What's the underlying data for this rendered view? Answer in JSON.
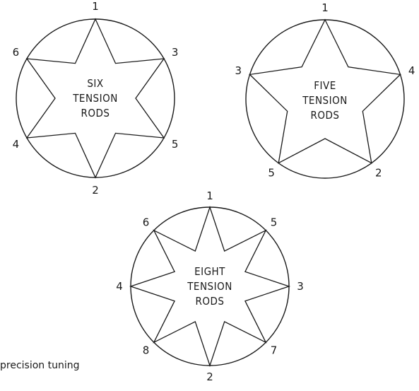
{
  "diagrams": [
    {
      "id": "six",
      "center_lines": [
        "SIX",
        "TENSION",
        "RODS"
      ],
      "labels": [
        "1",
        "3",
        "5",
        "2",
        "4",
        "6"
      ]
    },
    {
      "id": "five",
      "center_lines": [
        "FIVE",
        "TENSION",
        "RODS"
      ],
      "labels": [
        "1",
        "4",
        "2",
        "5",
        "3"
      ]
    },
    {
      "id": "eight",
      "center_lines": [
        "EIGHT",
        "TENSION",
        "RODS"
      ],
      "labels": [
        "1",
        "5",
        "3",
        "7",
        "2",
        "8",
        "4",
        "6"
      ]
    }
  ],
  "caption": "precision tuning",
  "colors": {
    "stroke": "#1a1a1a",
    "background": "#ffffff"
  }
}
